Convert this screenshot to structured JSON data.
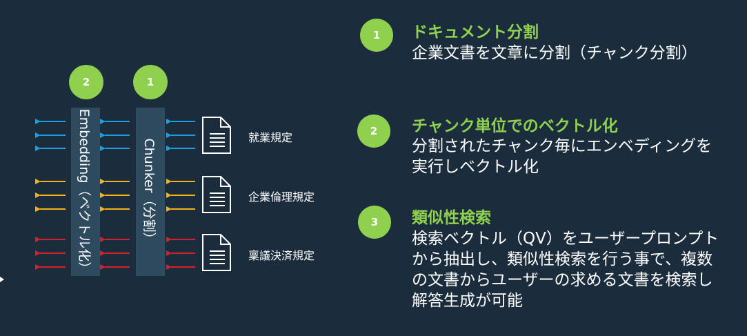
{
  "diagram": {
    "badges": {
      "embedding": "2",
      "chunker": "1"
    },
    "bars": {
      "embedding": "Embedding（ベクトル化）",
      "chunker": "Chunker（分割）"
    },
    "documents": [
      "就業規定",
      "企業倫理規定",
      "稟議決済規定"
    ],
    "colors": {
      "blue": "#1a9fe0",
      "yellow": "#f2b316",
      "red": "#d8202a",
      "green": "#8fd14f"
    }
  },
  "steps": [
    {
      "number": "1",
      "title": "ドキュメント分割",
      "body": "企業文書を文章に分割（チャンク分割）"
    },
    {
      "number": "2",
      "title": "チャンク単位でのベクトル化",
      "body": "分割されたチャンク毎にエンベディングを実行しベクトル化"
    },
    {
      "number": "3",
      "title": "類似性検索",
      "body": "検索ベクトル（QV）をユーザープロンプトから抽出し、類似性検索を行う事で、複数の文書からユーザーの求める文書を検索し解答生成が可能"
    }
  ]
}
